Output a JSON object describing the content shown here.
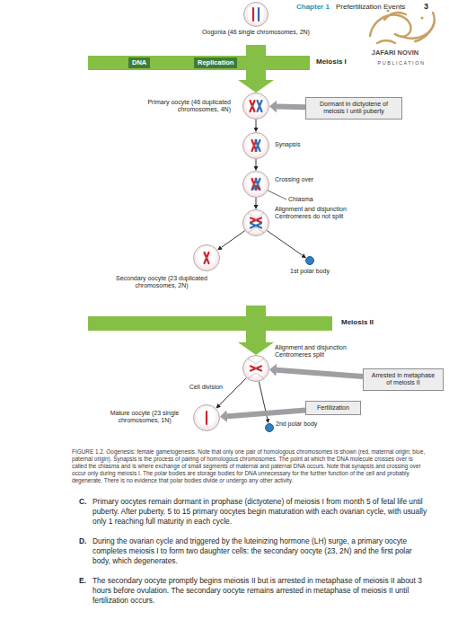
{
  "diagram": {
    "caption": "FIGURE 1.2. Oogenesis: female gametogenesis. Note that only one pair of homologous chromosomes is shown (red, maternal origin; blue, paternal origin). Synapsis is the process of pairing of homologous chromosomes. The point at which the DNA molecule crosses over is called the chiasma and is where exchange of small segments of maternal and paternal DNA occurs. Note that synapsis and crossing over occur only during meiosis I. The polar bodies are storage bodies for DNA unnecessary for the further function of the cell and probably degenerate. There is no evidence that polar bodies divide or undergo any other activity.",
    "nodes": [
      {
        "text": [
          "Oogonia (46 single chromosomes, 2N)"
        ]
      },
      {
        "text": [
          "DNA",
          "Replication"
        ]
      },
      {
        "text": [
          "Primary oocyte (46 duplicated chromosomes, 4N)"
        ]
      },
      {
        "text": [
          "Dormant in dictyotene of meiosis I until puberty"
        ]
      },
      {
        "text": [
          "Synapsis"
        ]
      },
      {
        "text": [
          "Crossing over"
        ]
      },
      {
        "text": [
          "Alignment and disjunction Centromeres do not split"
        ]
      },
      {
        "text": [
          "Secondary oocyte (23 duplicated chromosomes, 2N)"
        ]
      },
      {
        "text": [
          "1st polar body"
        ]
      },
      {
        "text": [
          "Meiosis II"
        ]
      },
      {
        "text": [
          "Alignment and disjunction Centromeres split"
        ]
      },
      {
        "text": [
          "Arrested in metaphase of meiosis II"
        ]
      },
      {
        "text": [
          "Mature oocyte (23 single chromosomes, 1N)"
        ]
      },
      {
        "text": [
          "2nd polar body"
        ]
      },
      {
        "text": [
          "Fertilization"
        ]
      }
    ],
    "edges": [
      {
        "from": 1,
        "to": 2,
        "arrow": "to"
      },
      {
        "from": 3,
        "to": 2,
        "arrow": "to"
      },
      {
        "from": 2,
        "to": 4,
        "arrow": "to"
      },
      {
        "from": 4,
        "to": 5,
        "arrow": "to"
      },
      {
        "from": 5,
        "to": 6,
        "arrow": "to"
      },
      {
        "from": 6,
        "to": 7,
        "arrow": "to"
      },
      {
        "from": 6,
        "to": 8,
        "arrow": "to"
      },
      {
        "from": 9,
        "to": 10,
        "arrow": "to"
      },
      {
        "from": 11,
        "to": 10,
        "arrow": "to"
      },
      {
        "from": 10,
        "to": 12,
        "arrow": "to"
      },
      {
        "from": 10,
        "to": 13,
        "arrow": "to"
      },
      {
        "from": 14,
        "to": 12,
        "arrow": "to"
      }
    ],
    "labels": [
      "Chapter 1",
      "Prefertilization Events",
      "3",
      "JAFARI NOVIN",
      "PUBLICATION",
      "Meiosis I",
      "Chiasma",
      "Cell division",
      "C.",
      "Primary oocytes remain dormant in prophase (dictyotene) of meiosis I from month 5 of fetal life until puberty. After puberty, 5 to 15 primary oocytes begin maturation with each ovarian cycle, with usually only 1 reaching full maturity in each cycle.",
      "D.",
      "During the ovarian cycle and triggered by the luteinizing hormone (LH) surge, a primary oocyte completes meiosis I to form two daughter cells: the secondary oocyte (23, 2N) and the first polar body, which degenerates.",
      "E.",
      "The secondary oocyte promptly begins meiosis II but is arrested in metaphase of meiosis II about 3 hours before ovulation. The secondary oocyte remains arrested in metaphase of meiosis II until fertilization occurs."
    ]
  }
}
